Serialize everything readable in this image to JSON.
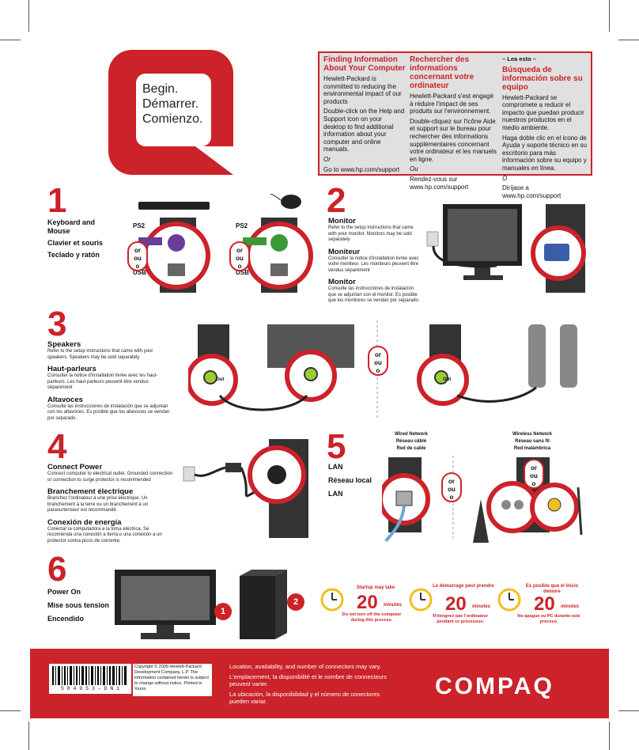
{
  "begin": {
    "lines": [
      "Begin.",
      "Démarrer.",
      "Comienzo."
    ]
  },
  "info": {
    "en": {
      "heading": "Finding Information About Your Computer",
      "p1": "Hewlett-Packard is committed to reducing the environmental impact of our products",
      "p2": "Double-click on the Help and Support icon on your desktop to find additional information about your computer and online manuals.",
      "or": "Or",
      "p3": "Go to www.hp.com/support"
    },
    "fr": {
      "heading": "Rechercher des informations concernant votre ordinateur",
      "p1": "Hewlett-Packard s'est engagé à réduire l'impact de ses produits sur l'environnement.",
      "p2": "Double-cliquez sur l'icône Aide et support sur le bureau pour rechercher des informations supplémentaires concernant votre ordinateur et les manuels en ligne.",
      "or": "Ou",
      "p3": "Rendez-vous sur www.hp.com/support"
    },
    "es": {
      "kicker": "– Lea esto –",
      "heading": "Búsqueda de información sobre su equipo",
      "p1": "Hewlett-Packard se compromete a reducir el impacto que puedan producir nuestros productos en el medio ambiente.",
      "p2": "Haga doble clic en el icono de Ayuda y soporte técnico en su escritorio para más información sobre su equipo y manuales en línea.",
      "or": "O",
      "p3": "Diríjase a www.hp.com/support"
    }
  },
  "step1": {
    "number": "1",
    "labels": [
      "Keyboard and Mouse",
      "Clavier et souris",
      "Teclado y ratón"
    ],
    "ps2": "PS2",
    "usb": "USB"
  },
  "step2": {
    "number": "2",
    "items": [
      {
        "title": "Monitor",
        "text": "Refer to the setup instructions that came with your monitor. Monitors may be sold separately"
      },
      {
        "title": "Moniteur",
        "text": "Consulter la notice d'installation livrée avec votre moniteur. Les moniteurs peuvent être vendus séparément"
      },
      {
        "title": "Monitor",
        "text": "Consulte las instrucciones de instalación que se adjuntan con el monitor. Es posible que los monitores se vendan por separado."
      }
    ]
  },
  "step3": {
    "number": "3",
    "items": [
      {
        "title": "Speakers",
        "text": "Refer to the setup instructions that came with your speakers. Speakers may be sold separately"
      },
      {
        "title": "Haut-parleurs",
        "text": "Consulter la notice d'installation livrée avec les haut-parleurs. Les haut-parleurs peuvent être vendus séparément"
      },
      {
        "title": "Altavoces",
        "text": "Consulte las instrucciones de instalación que se adjuntan con los altavoces. Es posible que los altavoces se vendan por separado."
      }
    ],
    "out": "Out"
  },
  "step4": {
    "number": "4",
    "items": [
      {
        "title": "Connect Power",
        "text": "Connect computer to electrical outlet. Grounded connection or connection to surge protector is recommended"
      },
      {
        "title": "Branchement électrique",
        "text": "Branchez l'ordinateur à une prise électrique. Un branchement à la terre ou un branchement à un parasurtenseur est recommandé"
      },
      {
        "title": "Conexión de energía",
        "text": "Conectar la computadora a la toma eléctrica. Se recomienda una conexión a tierra o una conexión a un protector contra picos de corriente."
      }
    ]
  },
  "step5": {
    "number": "5",
    "labels": [
      "LAN",
      "Réseau local",
      "LAN"
    ],
    "wired": [
      "Wired Network",
      "Réseau câblé",
      "Red de cable"
    ],
    "wireless": [
      "Wireless Network",
      "Réseau sans fil",
      "Red inalámbrica"
    ]
  },
  "step6": {
    "number": "6",
    "labels": [
      "Power On",
      "Mise sous tension",
      "Encendido"
    ],
    "m1": "1",
    "m2": "2"
  },
  "or_sign": {
    "l1": "or",
    "l2": "ou",
    "l3": "o"
  },
  "clocks": [
    {
      "top": "Startup may take",
      "num": "20",
      "unit": "minutes",
      "bottom": "Do not turn off the computer during this process."
    },
    {
      "top": "Le démarrage peut prendre",
      "num": "20",
      "unit": "minutes",
      "bottom": "N'éteignez pas l'ordinateur pendant ce processus."
    },
    {
      "top": "Es posible que el inicio demore",
      "num": "20",
      "unit": "minutes",
      "bottom": "No apague su PC durante este proceso."
    }
  ],
  "footer": {
    "barcode": "5 8 4 9 5 3 – D N 1",
    "copyright": "Copyright © 2009 Hewlett-Packard Development Company, L.P. The information contained herein is subject to change without notice. Printed in Xxxxx",
    "avail": [
      "Location, availability, and number of connectors may vary.",
      "L'emplacement, la disponibilité et le nombre de connecteurs peuvent varier.",
      "La ubicación, la disponibilidad y el número de conectores pueden variar."
    ],
    "brand": "COMPAQ"
  },
  "colors": {
    "accent": "#cc2229",
    "panel": "#e0e0e0",
    "footer": "#cc2229"
  }
}
